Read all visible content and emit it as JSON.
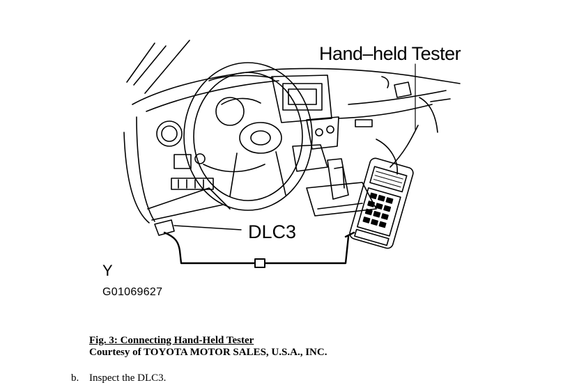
{
  "figure": {
    "callout_tester": "Hand–held Tester",
    "callout_dlc3": "DLC3",
    "letter": "Y",
    "code": "G01069627"
  },
  "caption": {
    "title": "Fig. 3: Connecting Hand-Held Tester",
    "credit": "Courtesy of TOYOTA MOTOR SALES, U.S.A., INC."
  },
  "step": {
    "marker": "b.",
    "text": "Inspect the DLC3."
  }
}
